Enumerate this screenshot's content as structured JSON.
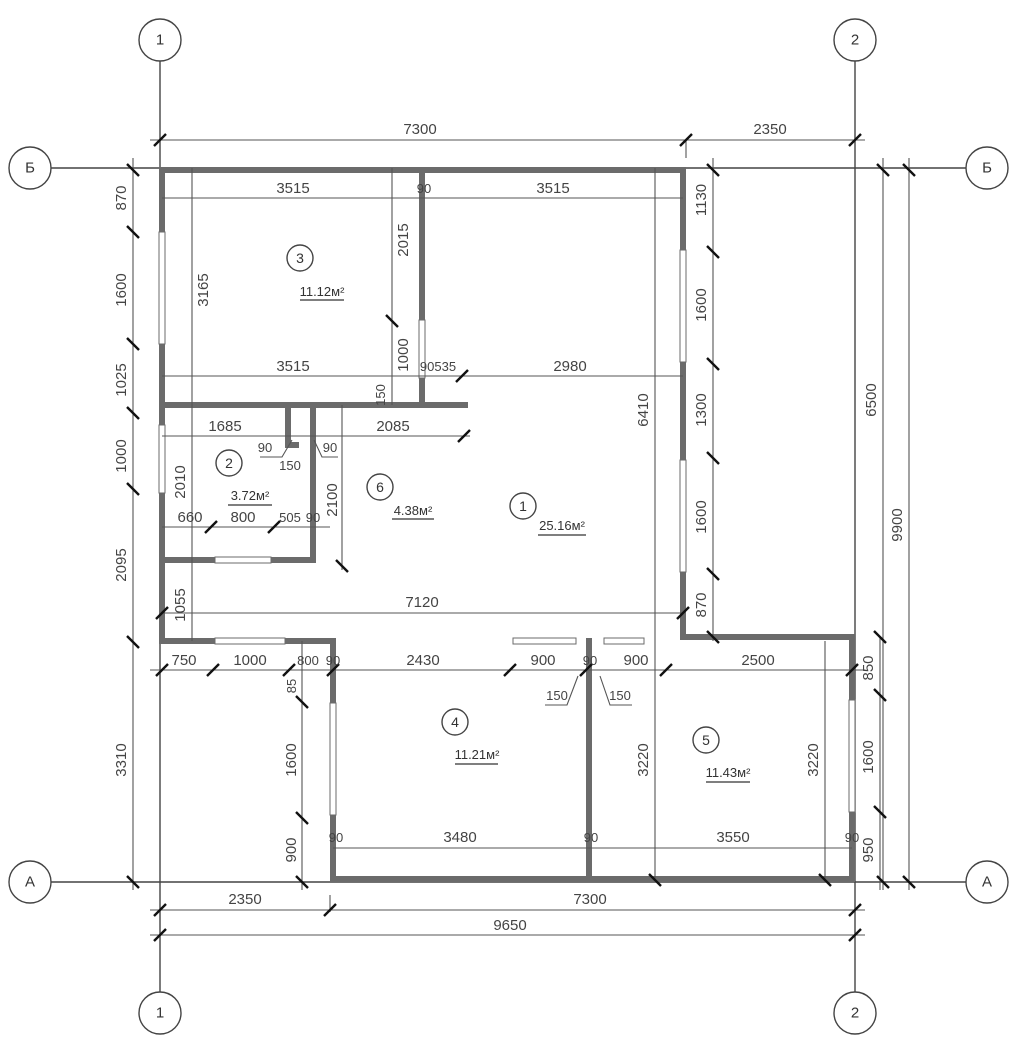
{
  "drawing": {
    "title": "Floor plan with axes and dimensions",
    "axes": {
      "vertical": [
        {
          "label": "1"
        },
        {
          "label": "2"
        }
      ],
      "horizontal": [
        {
          "label": "Б"
        },
        {
          "label": "А"
        }
      ]
    },
    "rooms": [
      {
        "number": "1",
        "area": "25.16м²"
      },
      {
        "number": "2",
        "area": "3.72м²"
      },
      {
        "number": "3",
        "area": "11.12м²"
      },
      {
        "number": "4",
        "area": "11.21м²"
      },
      {
        "number": "5",
        "area": "11.43м²"
      },
      {
        "number": "6",
        "area": "4.38м²"
      }
    ],
    "dimensions": {
      "top": {
        "d7300": "7300",
        "d2350": "2350"
      },
      "room3": {
        "width_top": "3515",
        "width_bottom": "3515",
        "height": "3165",
        "wall": "90",
        "d2015": "2015",
        "d1000": "1000",
        "d150": "150"
      },
      "room_upper_right": {
        "width": "3515",
        "d90535": "90535",
        "d2980": "2980",
        "d6410": "6410"
      },
      "left_chain": [
        "870",
        "1600",
        "1025",
        "1000",
        "2095",
        "3310"
      ],
      "room2": {
        "d1685": "1685",
        "d2010": "2010",
        "d660": "660",
        "d800": "800",
        "d505": "505",
        "d90a": "90",
        "d90b": "90",
        "d90c": "90",
        "d150": "150"
      },
      "room6": {
        "d2085": "2085",
        "d2100": "2100"
      },
      "room1": {
        "d7120": "7120",
        "d1055": "1055",
        "d90": "90"
      },
      "right_inner_chain": [
        "1130",
        "1600",
        "1300",
        "1600",
        "870"
      ],
      "right_outer": {
        "d6500": "6500",
        "d9900": "9900"
      },
      "mid_chain": [
        "750",
        "1000",
        "800",
        "90",
        "2430",
        "900",
        "90",
        "900",
        "2500"
      ],
      "mid_leaders": {
        "left150": "150",
        "right150": "150"
      },
      "lower_left": {
        "d85": "85",
        "d1600": "1600",
        "d900": "900"
      },
      "room4": {
        "d3480": "3480",
        "d90l": "90",
        "d90r": "90"
      },
      "room5": {
        "d3220l": "3220",
        "d3220r": "3220",
        "d3550": "3550",
        "d90": "90"
      },
      "lower_right_chain": [
        "850",
        "1600",
        "950"
      ],
      "bottom": {
        "d2350": "2350",
        "d7300": "7300",
        "d9650": "9650"
      }
    }
  }
}
